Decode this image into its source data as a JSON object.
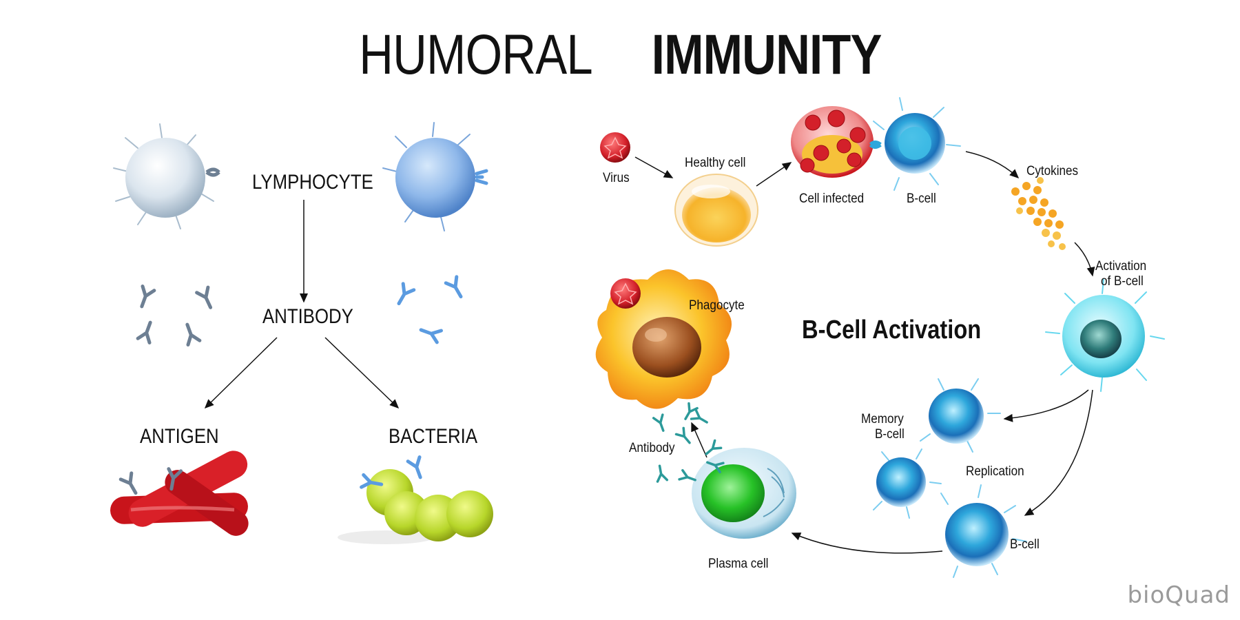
{
  "title": {
    "light": "HUMORAL",
    "bold": "IMMUNITY"
  },
  "left_panel": {
    "lymphocyte": "LYMPHOCYTE",
    "antibody": "ANTIBODY",
    "antigen": "ANTIGEN",
    "bacteria": "BACTERIA"
  },
  "right_panel": {
    "heading": "B-Cell Activation",
    "virus": "Virus",
    "healthy_cell": "Healthy cell",
    "cell_infected": "Cell infected",
    "b_cell_top": "B-cell",
    "cytokines": "Cytokines",
    "activation_line1": "Activation",
    "activation_line2": "of B-cell",
    "memory_line1": "Memory",
    "memory_line2": "B-cell",
    "replication": "Replication",
    "b_cell_bottom": "B-cell",
    "plasma_cell": "Plasma cell",
    "antibody": "Antibody",
    "phagocyte": "Phagocyte"
  },
  "logo": {
    "text": "bioQuad"
  },
  "colors": {
    "lymphocyte_white": "#dde6ee",
    "lymphocyte_blue": "#8fb8ea",
    "antibody_grey": "#6d7f93",
    "antibody_blue": "#5b9be0",
    "antigen_red": "#c8141b",
    "bacteria_green": "#b7d62a",
    "virus_red": "#d3202a",
    "healthy_yellow": "#f7c23c",
    "b_cell_blue": "#2ea7dc",
    "activated_cyan": "#7fe4f2",
    "plasma_green": "#27c227",
    "phagocyte_orange": "#f6a21a",
    "cytokine_orange": "#f5a524"
  }
}
